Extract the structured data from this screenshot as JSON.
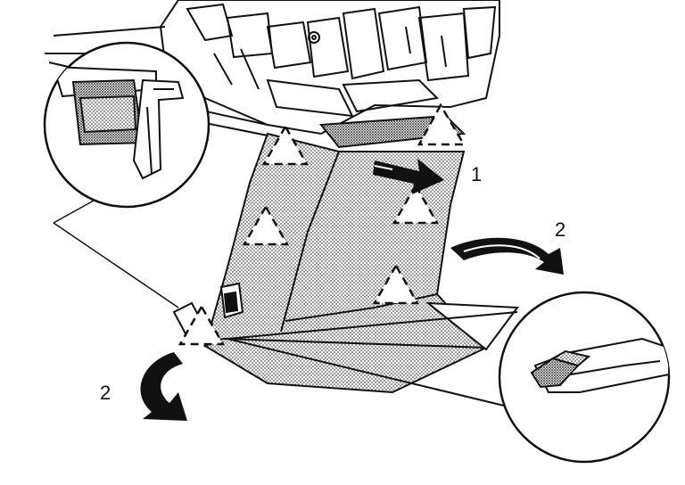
{
  "figure": {
    "step_labels": {
      "step_1": "1",
      "step_2_right": "2",
      "step_2_left": "2"
    },
    "colors": {
      "ink": "#111111",
      "shade": "#c8c8c8",
      "background": "#ffffff"
    },
    "icons": [
      "warning-triangle-icon",
      "arrow-right-icon",
      "curved-arrow-icon",
      "magnifier-callout"
    ]
  }
}
